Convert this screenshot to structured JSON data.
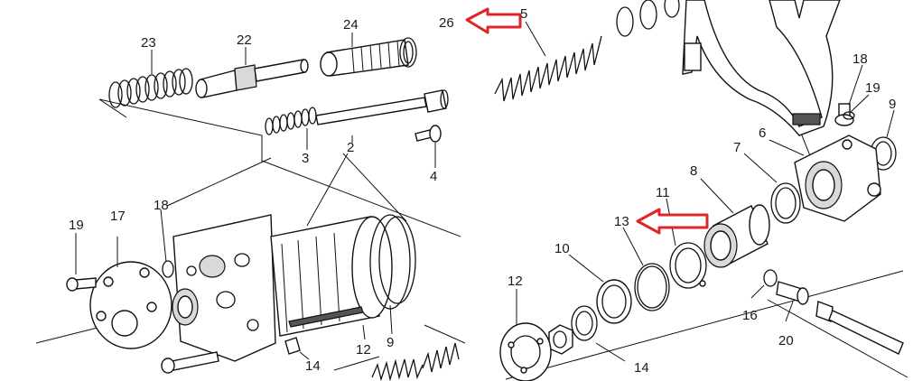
{
  "diagram": {
    "labels": {
      "p2": "2",
      "p3": "3",
      "p4": "4",
      "p5": "5",
      "p6": "6",
      "p7": "7",
      "p8": "8",
      "p9_top": "9",
      "p9_bottom": "9",
      "p10": "10",
      "p11": "11",
      "p12_left": "12",
      "p12_right": "12",
      "p13": "13",
      "p14_left": "14",
      "p14_right": "14",
      "p16": "16",
      "p17": "17",
      "p18_left": "18",
      "p18_right": "18",
      "p19_left": "19",
      "p19_right": "19",
      "p20": "20",
      "p22": "22",
      "p23": "23",
      "p24": "24",
      "p26": "26"
    },
    "highlight_color": "#e0242a"
  }
}
